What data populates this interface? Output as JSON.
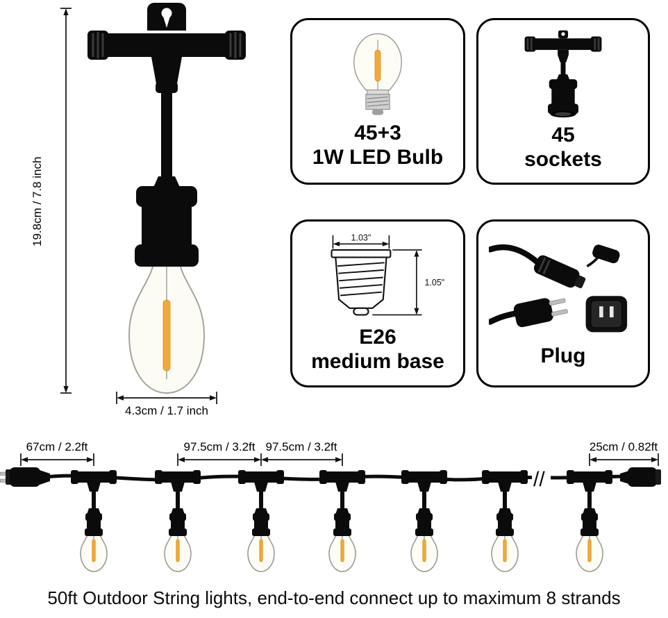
{
  "fixture": {
    "height_label": "19.8cm / 7.8 inch",
    "width_label": "4.3cm / 1.7 inch"
  },
  "features": [
    {
      "line1": "45+3",
      "line2": "1W LED Bulb"
    },
    {
      "line1": "45",
      "line2": "sockets"
    },
    {
      "line1": "E26",
      "line2": "medium base",
      "width_dim": "1.03\"",
      "height_dim": "1.05\""
    },
    {
      "line1": "Plug"
    }
  ],
  "string_diagram": {
    "left_dim": "67cm / 2.2ft",
    "mid_dim_1": "97.5cm / 3.2ft",
    "mid_dim_2": "97.5cm / 3.2ft",
    "right_dim": "25cm / 0.82ft",
    "break_symbol": "//"
  },
  "caption": "50ft Outdoor String lights, end-to-end connect up to maximum 8 strands"
}
